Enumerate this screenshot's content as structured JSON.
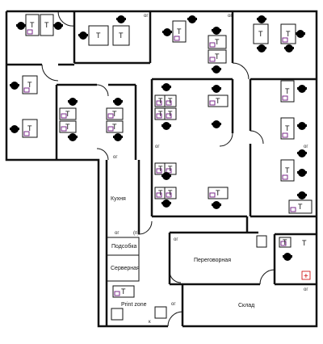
{
  "rooms": {
    "kitchen": "Кухня",
    "utility": "Подсобка",
    "server": "Серверная",
    "meeting": "Переговорная",
    "storage": "Склад",
    "print": "Print zone"
  },
  "markers": {
    "og": "ог",
    "p": "(п)",
    "k": "к",
    "plus": "+"
  },
  "desk_glyph": "T",
  "colors": {
    "walls": "#111111",
    "monitor": "#7a2a8a",
    "first_aid": "#cc0000"
  }
}
